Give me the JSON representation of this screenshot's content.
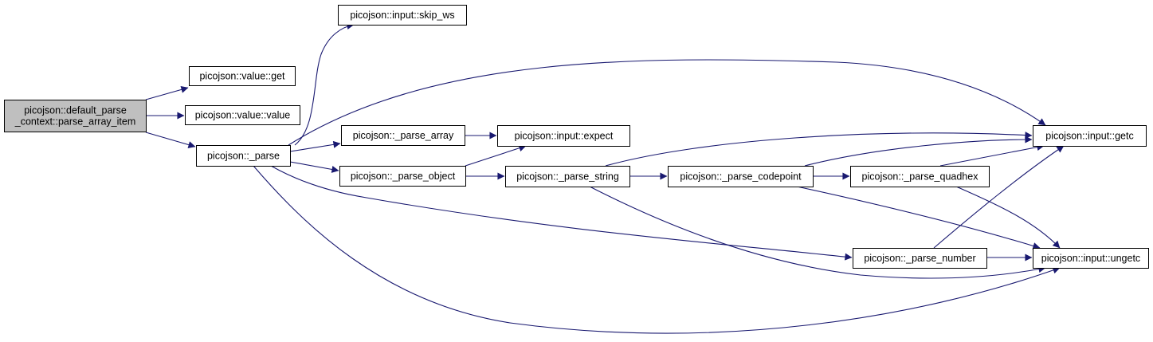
{
  "graph": {
    "colors": {
      "edge": "#191970",
      "node_fill": "#ffffff",
      "root_fill": "#bfbfbf",
      "border": "#000000"
    },
    "nodes": {
      "root": [
        "picojson::default_parse",
        "_context::parse_array_item"
      ],
      "value_get": [
        "picojson::value::get"
      ],
      "value_value": [
        "picojson::value::value"
      ],
      "parse": [
        "picojson::_parse"
      ],
      "skip_ws": [
        "picojson::input::skip_ws"
      ],
      "parse_array": [
        "picojson::_parse_array"
      ],
      "parse_object": [
        "picojson::_parse_object"
      ],
      "expect": [
        "picojson::input::expect"
      ],
      "parse_string": [
        "picojson::_parse_string"
      ],
      "parse_codepoint": [
        "picojson::_parse_codepoint"
      ],
      "parse_quadhex": [
        "picojson::_parse_quadhex"
      ],
      "parse_number": [
        "picojson::_parse_number"
      ],
      "getc": [
        "picojson::input::getc"
      ],
      "ungetc": [
        "picojson::input::ungetc"
      ]
    },
    "edges": [
      [
        "root",
        "value_get"
      ],
      [
        "root",
        "value_value"
      ],
      [
        "root",
        "parse"
      ],
      [
        "parse",
        "skip_ws"
      ],
      [
        "parse",
        "getc"
      ],
      [
        "parse",
        "parse_array"
      ],
      [
        "parse",
        "parse_object"
      ],
      [
        "parse",
        "parse_number"
      ],
      [
        "parse",
        "ungetc"
      ],
      [
        "parse_array",
        "expect"
      ],
      [
        "parse_object",
        "expect"
      ],
      [
        "parse_object",
        "parse_string"
      ],
      [
        "parse_string",
        "getc"
      ],
      [
        "parse_string",
        "parse_codepoint"
      ],
      [
        "parse_string",
        "ungetc"
      ],
      [
        "parse_codepoint",
        "getc"
      ],
      [
        "parse_codepoint",
        "parse_quadhex"
      ],
      [
        "parse_codepoint",
        "ungetc"
      ],
      [
        "parse_quadhex",
        "getc"
      ],
      [
        "parse_quadhex",
        "ungetc"
      ],
      [
        "parse_number",
        "getc"
      ],
      [
        "parse_number",
        "ungetc"
      ]
    ]
  }
}
